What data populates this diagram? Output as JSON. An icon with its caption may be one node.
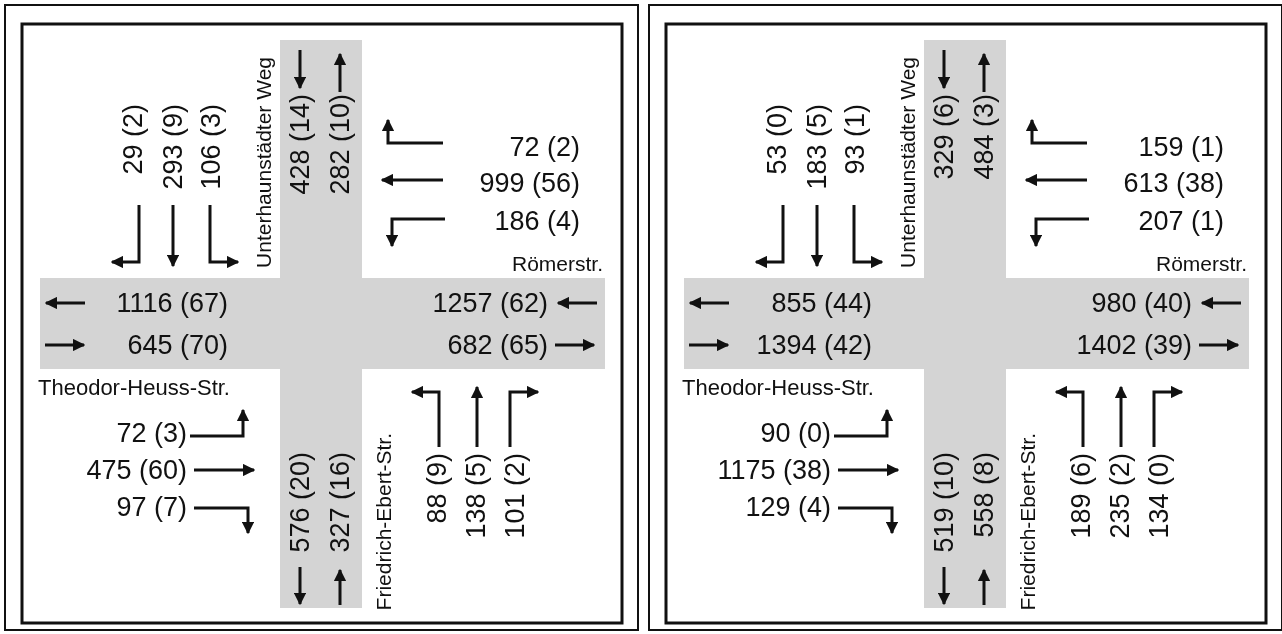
{
  "diagram": {
    "labels": [
      "Unterhaunstädter Weg",
      "29 (2)",
      "293 (9)",
      "106 (3)",
      "428 (14)",
      "282 (10)",
      "72 (2)",
      "999 (56)",
      "186 (4)",
      "Römerstr.",
      "1116 (67)",
      "1257 (62)",
      "645 (70)",
      "682 (65)",
      "Theodor-Heuss-Str.",
      "72 (3)",
      "475 (60)",
      "97 (7)",
      "576 (20)",
      "327 (16)",
      "Friedrich-Ebert-Str.",
      "88 (9)",
      "138 (5)",
      "101 (2)",
      "Unterhaunstädter Weg",
      "53 (0)",
      "183 (5)",
      "93 (1)",
      "329 (6)",
      "484 (3)",
      "159 (1)",
      "613 (38)",
      "207 (1)",
      "Römerstr.",
      "855 (44)",
      "980 (40)",
      "1394 (42)",
      "1402 (39)",
      "Theodor-Heuss-Str.",
      "90 (0)",
      "1175 (38)",
      "129 (4)",
      "519 (10)",
      "558 (8)",
      "Friedrich-Ebert-Str.",
      "189 (6)",
      "235 (2)",
      "134 (0)"
    ]
  }
}
